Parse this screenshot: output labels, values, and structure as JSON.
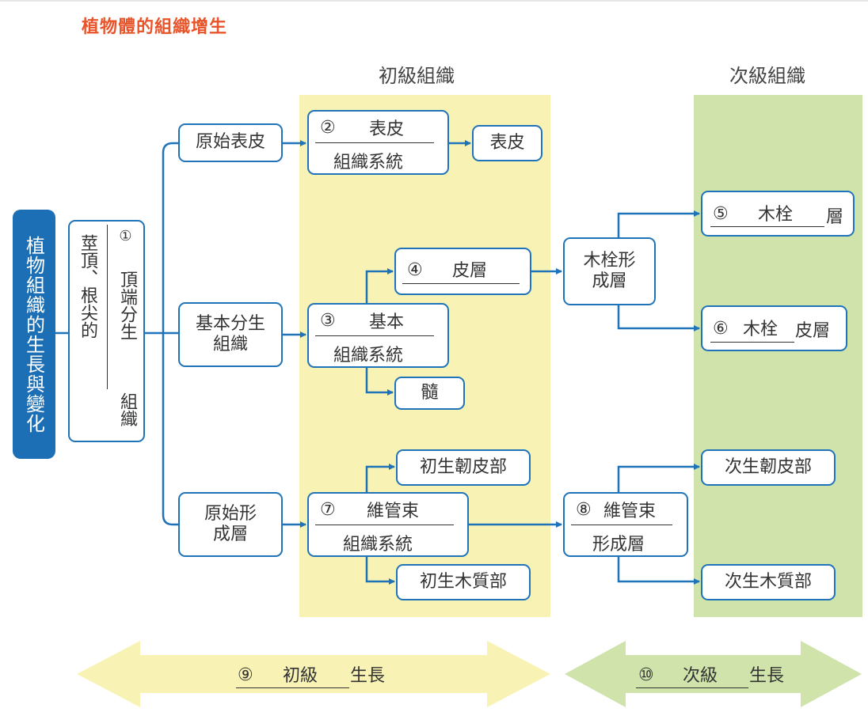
{
  "title": "植物體的組織增生",
  "headings": {
    "primary": "初級組織",
    "secondary": "次級組織"
  },
  "root": "植物組織的生長與變化",
  "apical": {
    "num": "①",
    "left": "莖頂、根尖的",
    "answer": "頂端分生",
    "suffix": "組織"
  },
  "protoderm": "原始表皮",
  "ground_meristem": "基本分生組織",
  "procambium": "原始形成層",
  "epidermal_system": {
    "num": "②",
    "answer": "表皮",
    "suffix": "組織系統"
  },
  "epidermis": "表皮",
  "ground_system": {
    "num": "③",
    "answer": "基本",
    "suffix": "組織系統"
  },
  "cortex": {
    "num": "④",
    "answer": "皮層"
  },
  "pith": "髓",
  "vascular_system": {
    "num": "⑦",
    "answer": "維管束",
    "suffix": "組織系統"
  },
  "primary_phloem": "初生韌皮部",
  "primary_xylem": "初生木質部",
  "cork_cambium": "木栓形成層",
  "cork": {
    "num": "⑤",
    "answer": "木栓",
    "suffix": "層"
  },
  "phelloderm": {
    "num": "⑥",
    "answer": "木栓",
    "suffix": "皮層"
  },
  "vascular_cambium": {
    "num": "⑧",
    "answer": "維管束",
    "suffix": "形成層"
  },
  "secondary_phloem": "次生韌皮部",
  "secondary_xylem": "次生木質部",
  "primary_growth": {
    "num": "⑨",
    "answer": "初級",
    "suffix": "生長"
  },
  "secondary_growth": {
    "num": "⑩",
    "answer": "次級",
    "suffix": "生長"
  },
  "colors": {
    "line": "#1f73b8",
    "answer": "#e4007f",
    "title": "#e8542a",
    "primary_band": "#f8f3b4",
    "secondary_band": "#cfe3ab",
    "root_fill": "#1c6fb5"
  }
}
